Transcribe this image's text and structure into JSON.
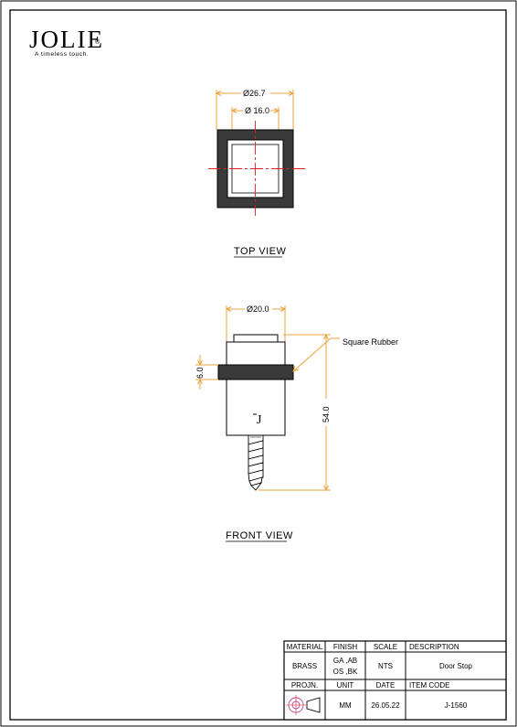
{
  "brand": {
    "name": "JOLIE",
    "registered": "®",
    "tagline": "A timeless touch."
  },
  "top_view": {
    "label": "TOP VIEW",
    "outer_dim": "Ø26.7",
    "inner_dim": "Ø 16.0"
  },
  "front_view": {
    "label": "FRONT VIEW",
    "diameter_dim": "Ø20.0",
    "rubber_height_dim": "6.0",
    "total_height_dim": "54.0",
    "callout": "Square Rubber",
    "logo_mark": "J"
  },
  "title_block": {
    "headers": {
      "material": "MATERIAL",
      "finish": "FINISH",
      "scale": "SCALE",
      "description": "DESCRIPTION",
      "projection": "PROJN.",
      "unit": "UNIT",
      "date": "DATE",
      "item_code": "ITEM CODE"
    },
    "values": {
      "material": "BRASS",
      "finish_line1": "GA ,AB",
      "finish_line2": "OS ,BK",
      "scale": "NTS",
      "description": "Door Stop",
      "unit": "MM",
      "date": "26.05.22",
      "item_code": "J-1560"
    }
  },
  "colors": {
    "dimension": "#e8a33c",
    "centerline": "#e02020",
    "rubber": "#3a3a3a",
    "projection_symbol": "#c040a0"
  }
}
